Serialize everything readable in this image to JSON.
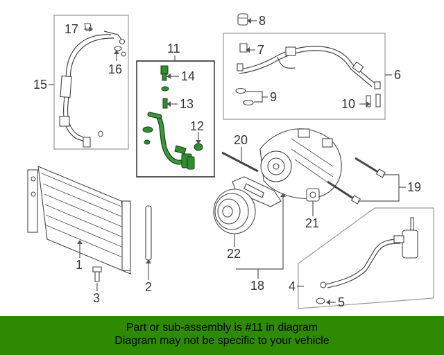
{
  "diagram": {
    "callouts": [
      "1",
      "2",
      "3",
      "4",
      "5",
      "6",
      "7",
      "8",
      "9",
      "10",
      "11",
      "12",
      "13",
      "14",
      "15",
      "16",
      "17",
      "18",
      "19",
      "20",
      "21",
      "22"
    ],
    "highlight_color": "#2f8f2f"
  },
  "banner": {
    "line1": "Part or sub-assembly is #11 in diagram",
    "line2": "Diagram may not be specific to your vehicle",
    "background": "#2e8a00"
  }
}
